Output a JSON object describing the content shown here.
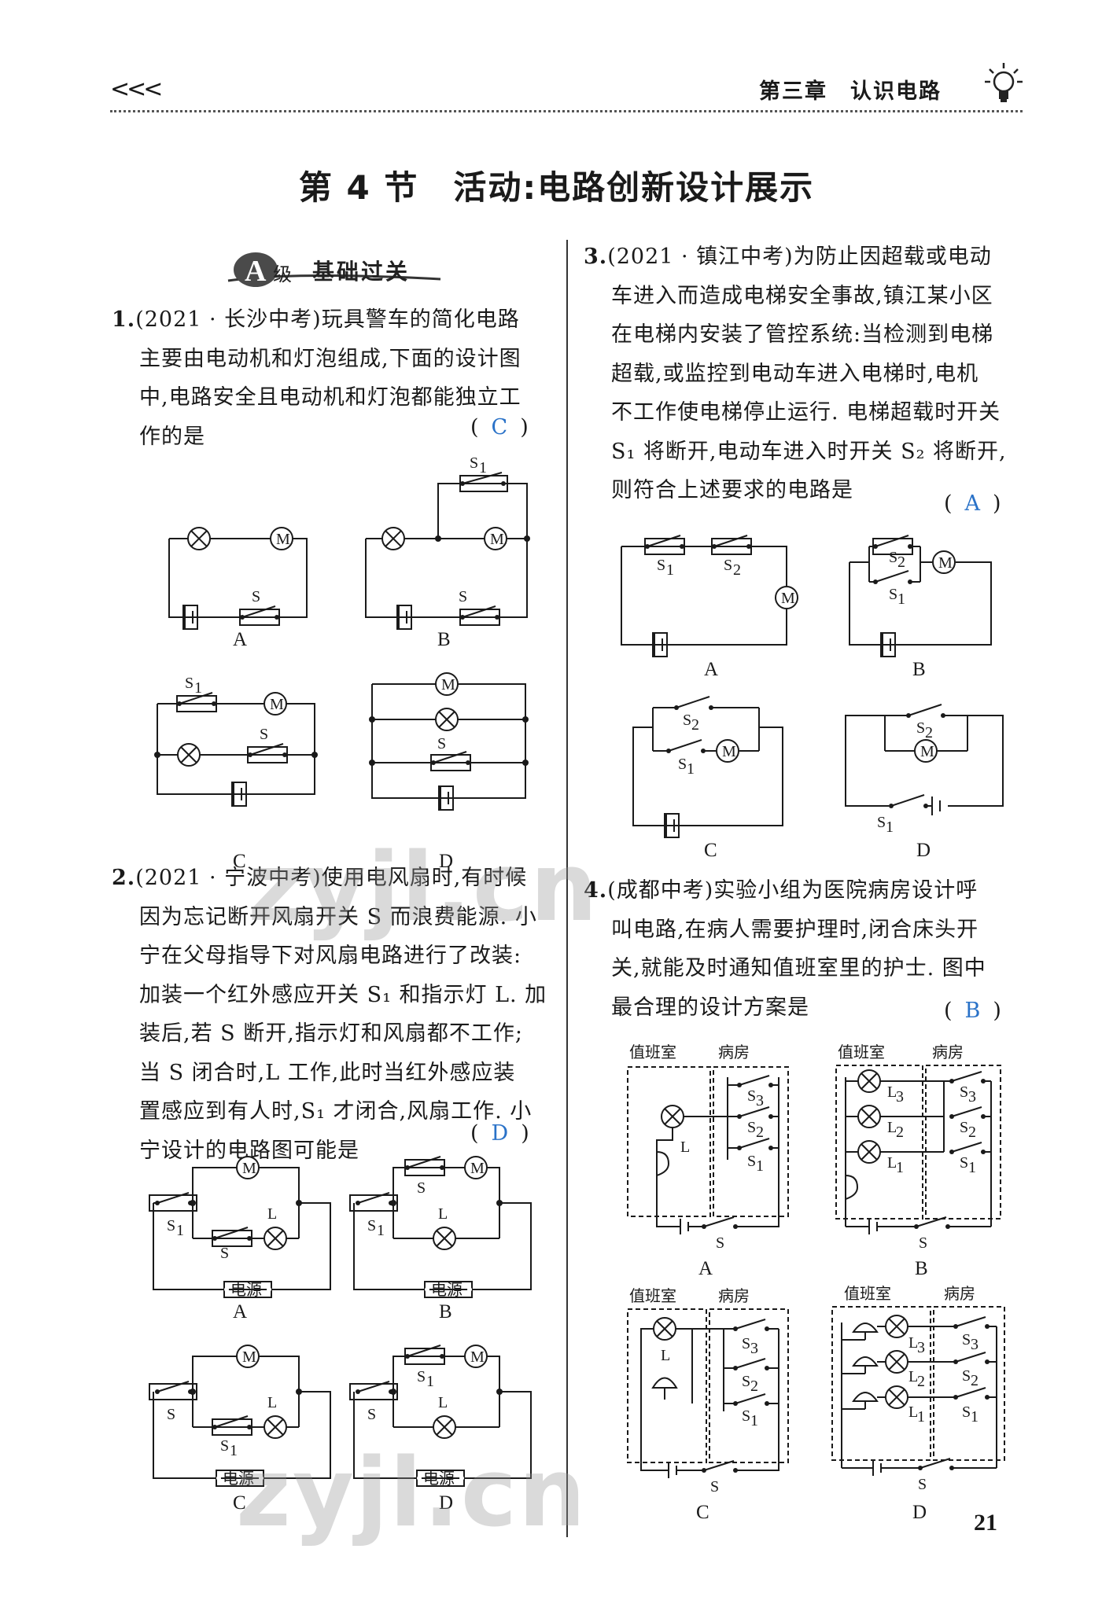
{
  "header": {
    "left_mark": "<<<",
    "chapter": "第三章　认识电路"
  },
  "title": "第 4 节　活动:电路创新设计展示",
  "section_badge": {
    "letter": "A",
    "level": "级",
    "text": "基础过关"
  },
  "q1": {
    "num": "1.",
    "lines": [
      "(2021 · 长沙中考)玩具警车的简化电路",
      "主要由电动机和灯泡组成,下面的设计图",
      "中,电路安全且电动机和灯泡都能独立工",
      "作的是"
    ],
    "answer": "C"
  },
  "q2": {
    "num": "2.",
    "lines": [
      "(2021 · 宁波中考)使用电风扇时,有时候",
      "因为忘记断开风扇开关 S 而浪费能源. 小",
      "宁在父母指导下对风扇电路进行了改装:",
      "加装一个红外感应开关 S₁ 和指示灯 L. 加",
      "装后,若 S 断开,指示灯和风扇都不工作;",
      "当 S 闭合时,L 工作,此时当红外感应装",
      "置感应到有人时,S₁ 才闭合,风扇工作. 小",
      "宁设计的电路图可能是"
    ],
    "answer": "D"
  },
  "q3": {
    "num": "3.",
    "lines": [
      "(2021 · 镇江中考)为防止因超载或电动",
      "车进入而造成电梯安全事故,镇江某小区",
      "在电梯内安装了管控系统:当检测到电梯",
      "超载,或监控到电动车进入电梯时,电机",
      "不工作使电梯停止运行. 电梯超载时开关",
      "S₁ 将断开,电动车进入时开关 S₂ 将断开,",
      "则符合上述要求的电路是"
    ],
    "answer": "A"
  },
  "q4": {
    "num": "4.",
    "lines": [
      "(成都中考)实验小组为医院病房设计呼",
      "叫电路,在病人需要护理时,闭合床头开",
      "关,就能及时通知值班室里的护士. 图中",
      "最合理的设计方案是"
    ],
    "answer": "B"
  },
  "labels": {
    "A": "A",
    "B": "B",
    "C": "C",
    "D": "D"
  },
  "symbols": {
    "S": "S",
    "S1": "S",
    "S2": "S",
    "S3": "S",
    "M": "M",
    "L": "L",
    "L1": "L",
    "L2": "L",
    "L3": "L",
    "sub1": "1",
    "sub2": "2",
    "sub3": "3",
    "power": "电源",
    "duty": "值班室",
    "ward": "病房"
  },
  "page_number": "21",
  "watermark": "zyjl.cn"
}
